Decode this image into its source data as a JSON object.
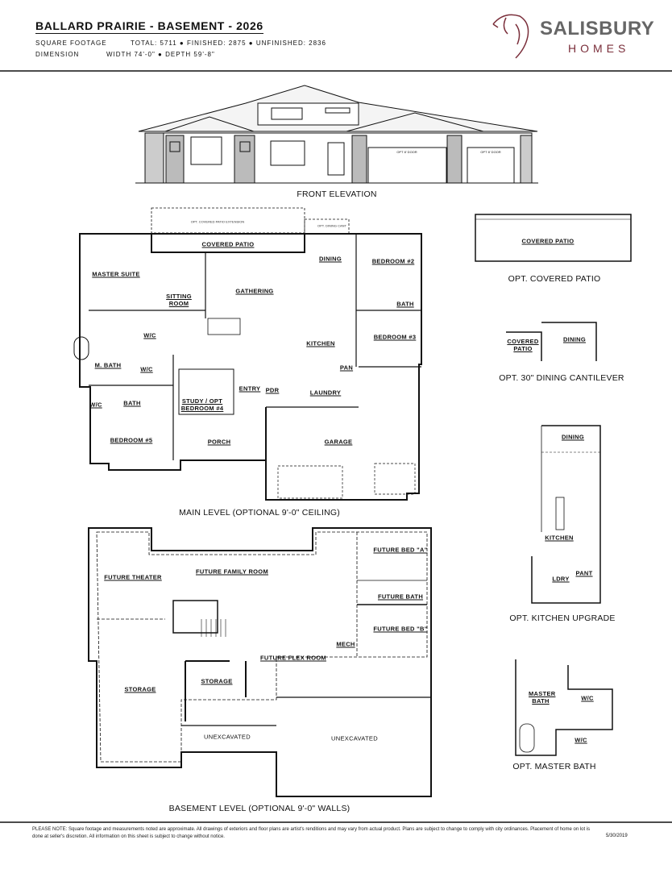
{
  "header": {
    "title": "BALLARD PRAIRIE - BASEMENT - 2026",
    "sqft_label": "SQUARE FOOTAGE",
    "sqft_value": "TOTAL: 5711 ● FINISHED: 2875 ● UNFINISHED: 2836",
    "dimension_label": "DIMENSION",
    "dimension_value": "WIDTH 74'-0\" ● DEPTH 59'-8\""
  },
  "logo": {
    "name": "SALISBURY",
    "sub": "HOMES",
    "icon": "lion-head-icon",
    "accent": "#7a2e3a"
  },
  "elevation": {
    "caption": "FRONT ELEVATION",
    "garage_door_1": "OPT 8' DOOR",
    "garage_door_2": "OPT 8' DOOR"
  },
  "main_level": {
    "caption": "MAIN LEVEL (OPTIONAL 9'-0\" CEILING)",
    "notes": {
      "patio_ext": "OPT. COVERED PATIO EXTENSION",
      "dining_cant": "OPT. DINING CANT"
    },
    "rooms": {
      "covered_patio": "COVERED PATIO",
      "dining": "DINING",
      "bedroom2": "BEDROOM #2",
      "master_suite": "MASTER SUITE",
      "sitting_room": "SITTING ROOM",
      "gathering": "GATHERING",
      "bath_up": "BATH",
      "bedroom3": "BEDROOM #3",
      "kitchen": "KITCHEN",
      "wic1": "W/C",
      "m_bath": "M. BATH",
      "wic2": "W/C",
      "wic3": "W/C",
      "bath_low": "BATH",
      "study": "STUDY / OPT BEDROOM #4",
      "entry": "ENTRY",
      "pdr": "PDR",
      "pan": "PAN",
      "laundry": "LAUNDRY",
      "bedroom5": "BEDROOM #5",
      "porch": "PORCH",
      "garage": "GARAGE"
    }
  },
  "basement": {
    "caption": "BASEMENT LEVEL (OPTIONAL 9'-0\" WALLS)",
    "rooms": {
      "theater": "FUTURE THEATER",
      "family": "FUTURE FAMILY ROOM",
      "bed_a": "FUTURE BED \"A\"",
      "bath": "FUTURE BATH",
      "bed_b": "FUTURE BED \"B\"",
      "mech": "MECH",
      "flex": "FUTURE FLEX ROOM",
      "storage1": "STORAGE",
      "storage2": "STORAGE",
      "unex1": "UNEXCAVATED",
      "unex2": "UNEXCAVATED"
    }
  },
  "options": {
    "patio": {
      "caption": "OPT. COVERED PATIO",
      "room": "COVERED PATIO"
    },
    "cantilever": {
      "caption": "OPT. 30\" DINING CANTILEVER",
      "room1": "COVERED PATIO",
      "room2": "DINING"
    },
    "kitchen": {
      "caption": "OPT. KITCHEN UPGRADE",
      "dining": "DINING",
      "kitchen": "KITCHEN",
      "ldry": "LDRY",
      "pant": "PANT"
    },
    "master_bath": {
      "caption": "OPT. MASTER BATH",
      "bath": "MASTER BATH",
      "wic1": "W/C",
      "wic2": "W/C"
    }
  },
  "footer": {
    "note": "PLEASE NOTE: Square footage and measurements noted are approximate. All drawings of exteriors and floor plans are artist's renditions and may vary from actual product. Plans are subject to change to comply with city ordinances. Placement of home on lot is done at seller's discretion. All information on this sheet is subject to change without notice.",
    "date": "5/30/2019"
  }
}
